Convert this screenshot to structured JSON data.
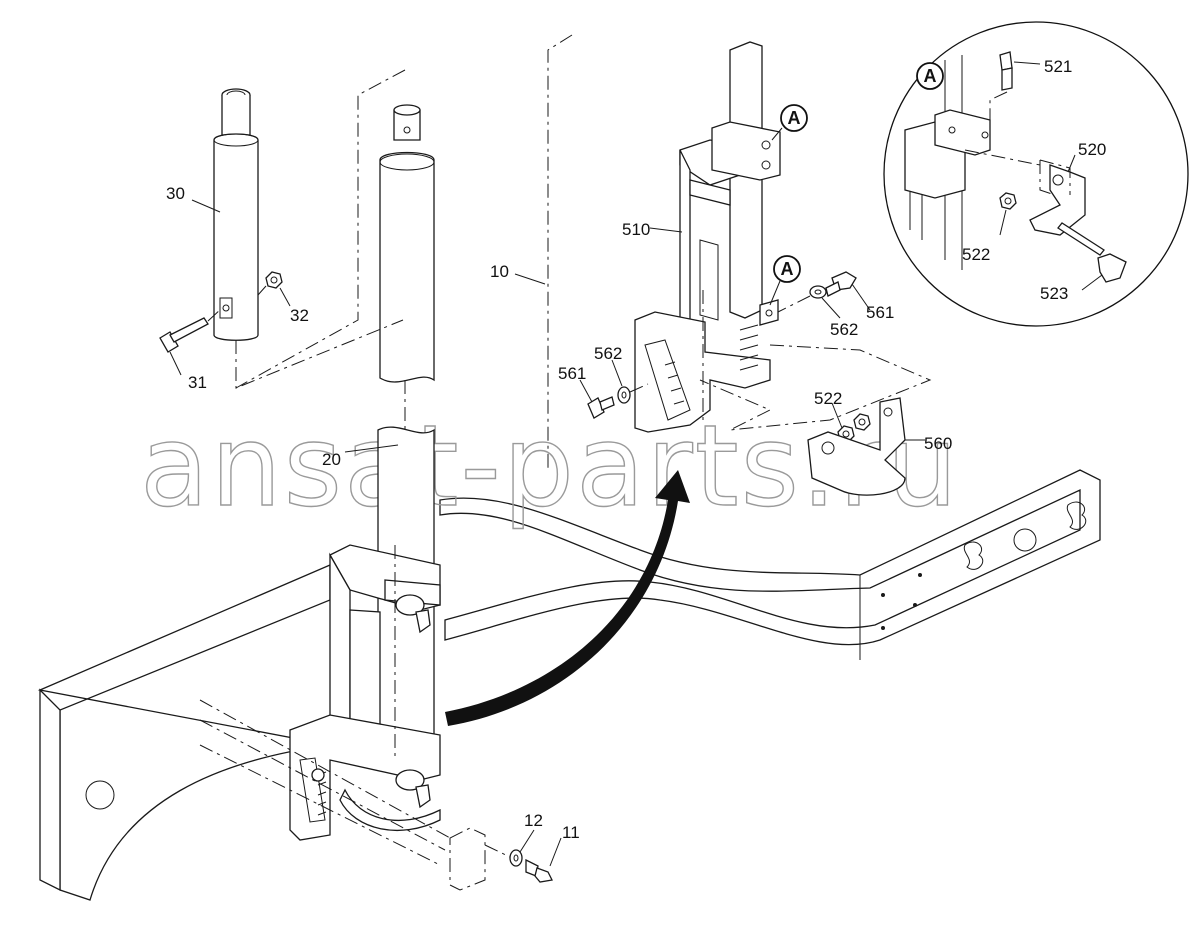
{
  "callouts": {
    "c30": "30",
    "c31": "31",
    "c32": "32",
    "c20": "20",
    "c10": "10",
    "c510": "510",
    "c561_left": "561",
    "c562_left": "562",
    "c562_right": "562",
    "c561_right": "561",
    "c522": "522",
    "c560": "560",
    "c12": "12",
    "c11": "11",
    "d521": "521",
    "d520": "520",
    "d522": "522",
    "d523": "523"
  },
  "detail_markers": {
    "main_top": "A",
    "main_mid": "A",
    "detail_view": "A"
  },
  "watermark": "ansat-parts.ru",
  "colors": {
    "ink": "#1a1a1a",
    "watermark": "#9a9a9a",
    "arrow": "#111111"
  }
}
